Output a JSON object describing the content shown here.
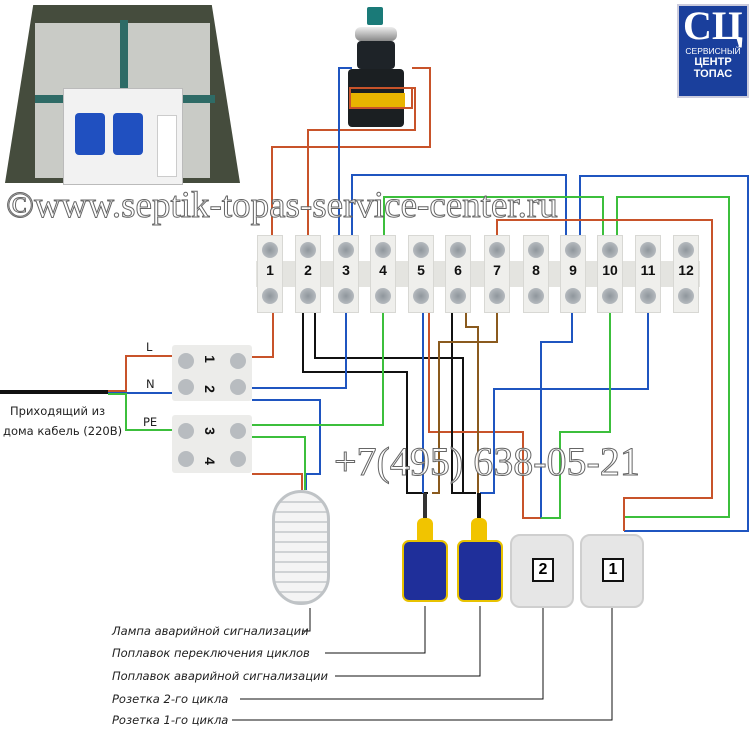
{
  "logo": {
    "monogram": "СЦ",
    "line1": "СЕРВИСНЫЙ",
    "line2": "ЦЕНТР",
    "line3": "ТОПАС"
  },
  "terminal_block": {
    "numbers": [
      "1",
      "2",
      "3",
      "4",
      "5",
      "6",
      "7",
      "8",
      "9",
      "10",
      "11",
      "12"
    ]
  },
  "input_block": {
    "numbers": [
      "1",
      "2",
      "3",
      "4"
    ]
  },
  "power_wires": {
    "l": "L",
    "n": "N",
    "pe": "PE"
  },
  "incoming_cable_label": [
    "Приходящий из",
    "дома кабель (220В)"
  ],
  "sockets": [
    {
      "number": "2"
    },
    {
      "number": "1"
    }
  ],
  "legend": [
    "Лампа аварийной сигнализации",
    "Поплавок переключения циклов",
    "Поплавок аварийной сигнализации",
    "Розетка 2-го цикла",
    "Розетка 1-го цикла"
  ],
  "watermark": {
    "site": "©www.septik-topas-service-center.ru",
    "phone": "+7(495) 638-05-21"
  },
  "colors": {
    "phase": "#c8532a",
    "neutral": "#1f55c0",
    "ground": "#3cbf3c",
    "black": "#111111",
    "brown": "#8a5a1e",
    "logo": "#1a3f9c"
  }
}
